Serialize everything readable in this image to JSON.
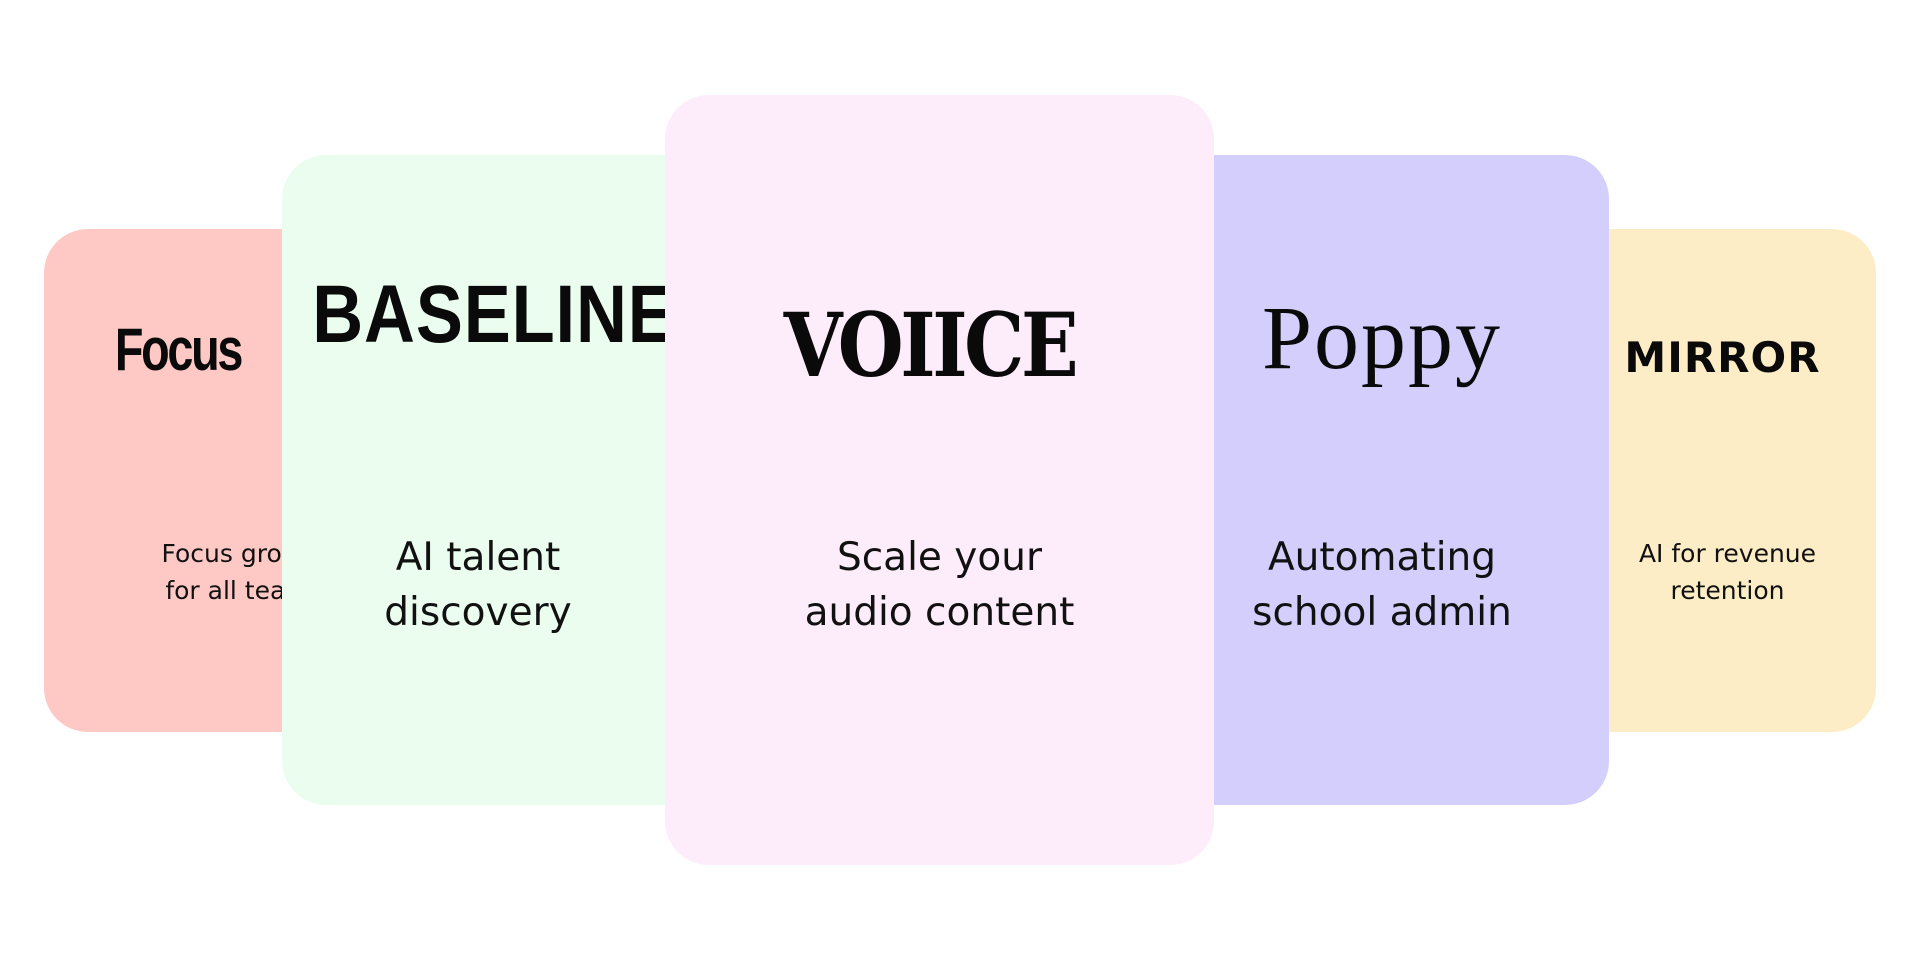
{
  "cards": [
    {
      "id": "focus",
      "logo": "Focus",
      "tagline": "Focus groups\nfor all teams",
      "color": "#FEC8C5"
    },
    {
      "id": "baseline",
      "logo": "BASELINE",
      "tagline": "AI talent\ndiscovery",
      "color": "#EBFDEF"
    },
    {
      "id": "voice",
      "logo": "VOIICE",
      "tagline": "Scale your\naudio content",
      "color": "#FDECF9"
    },
    {
      "id": "poppy",
      "logo": "Poppy",
      "tagline": "Automating\nschool admin",
      "color": "#D3CEFC"
    },
    {
      "id": "mirror",
      "logo": "MIRROR",
      "tagline": "AI for revenue\nretention",
      "color": "#FDEDC6"
    }
  ]
}
